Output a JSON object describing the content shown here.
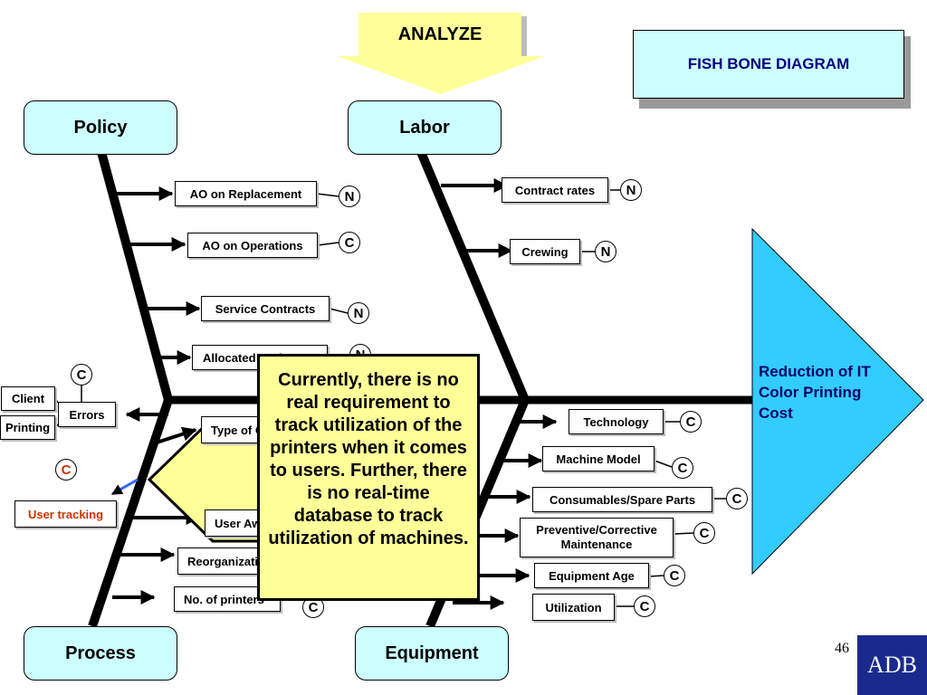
{
  "banner": {
    "label": "ANALYZE"
  },
  "title_box": {
    "label": "FISH BONE DIAGRAM"
  },
  "categories": {
    "policy": "Policy",
    "labor": "Labor",
    "process": "Process",
    "equipment": "Equipment"
  },
  "effect": {
    "label": "Reduction of IT Color Printing Cost"
  },
  "policy_causes": [
    {
      "label": "AO on Replacement",
      "code": "N"
    },
    {
      "label": "AO on Operations",
      "code": "C"
    },
    {
      "label": "Service Contracts",
      "code": "N"
    },
    {
      "label": "Allocated  Budget",
      "code": "N"
    }
  ],
  "labor_causes": [
    {
      "label": "Contract rates",
      "code": "N"
    },
    {
      "label": "Crewing",
      "code": "N"
    }
  ],
  "process_causes": [
    {
      "label": "Type of Ownership"
    },
    {
      "label": "User Awareness"
    },
    {
      "label": "Reorganization"
    },
    {
      "label": "No. of printers",
      "code": "C"
    }
  ],
  "equipment_causes": [
    {
      "label": "Technology",
      "code": "C"
    },
    {
      "label": "Machine Model",
      "code": "C"
    },
    {
      "label": "Consumables/Spare Parts",
      "code": "C"
    },
    {
      "label": "Preventive/Corrective Maintenance",
      "code": "C"
    },
    {
      "label": "Equipment Age",
      "code": "C"
    },
    {
      "label": "Utilization",
      "code": "C"
    }
  ],
  "errors": {
    "label": "Errors",
    "code": "C",
    "sub": [
      "Client",
      "Printing"
    ]
  },
  "user_tracking": {
    "label": "User tracking",
    "code": "C"
  },
  "callout": {
    "text": "Currently, there is no real requirement to track utilization of the printers when it comes to users. Further, there is no real-time database to track utilization of machines."
  },
  "slide_number": "46",
  "logo": "ADB",
  "colors": {
    "category_fill": "#ccffff",
    "effect_fill": "#33ccff",
    "callout_fill": "#ffff99",
    "accent_red": "#cc3300",
    "logo_bg": "#1a2a8c"
  }
}
